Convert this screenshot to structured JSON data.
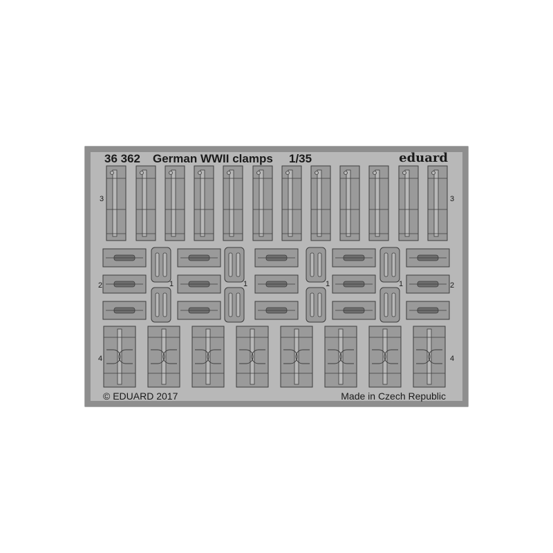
{
  "header": {
    "code": "36 362",
    "title": "German WWII clamps",
    "scale": "1/35",
    "brand": "eduard"
  },
  "footer": {
    "copyright": "© EDUARD 2017",
    "origin": "Made in Czech Republic"
  },
  "part_numbers": {
    "row_a": "3",
    "row_b_small": "1",
    "row_b_large": "2",
    "row_c": "4"
  },
  "colors": {
    "fret": "#b8b8b8",
    "part": "#9a9a9a",
    "outline": "#3c3c3c",
    "frame": "#8e8e8e"
  }
}
